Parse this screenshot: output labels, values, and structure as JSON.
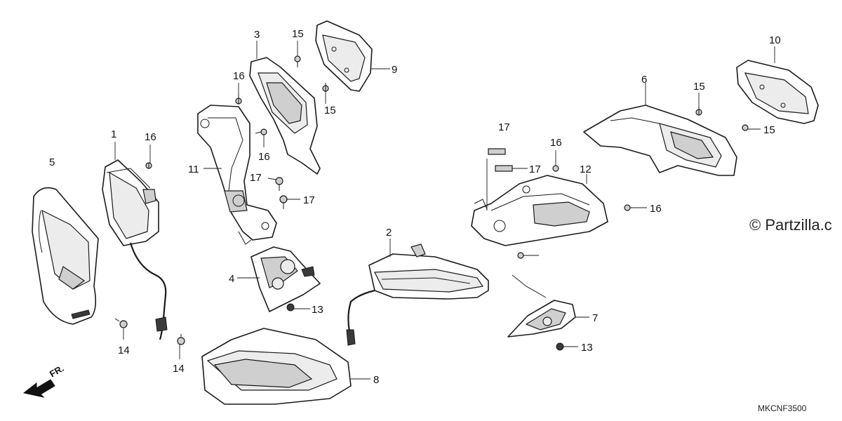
{
  "labels": {
    "p1": "1",
    "p2": "2",
    "p3": "3",
    "p4": "4",
    "p5": "5",
    "p6": "6",
    "p7": "7",
    "p8": "8",
    "p9": "9",
    "p10": "10",
    "p11": "11",
    "p12": "12",
    "p13a": "13",
    "p13b": "13",
    "p14a": "14",
    "p14b": "14",
    "p15a": "15",
    "p15b": "15",
    "p15c": "15",
    "p15d": "15",
    "p16a": "16",
    "p16b": "16",
    "p16c": "16",
    "p16d": "16",
    "p16e": "16",
    "p17a": "17",
    "p17b": "17",
    "p17c": "17",
    "p17d": "17"
  },
  "watermark": "© Partzilla.c",
  "diagram_code": "MKCNF3500",
  "direction_label": "FR."
}
